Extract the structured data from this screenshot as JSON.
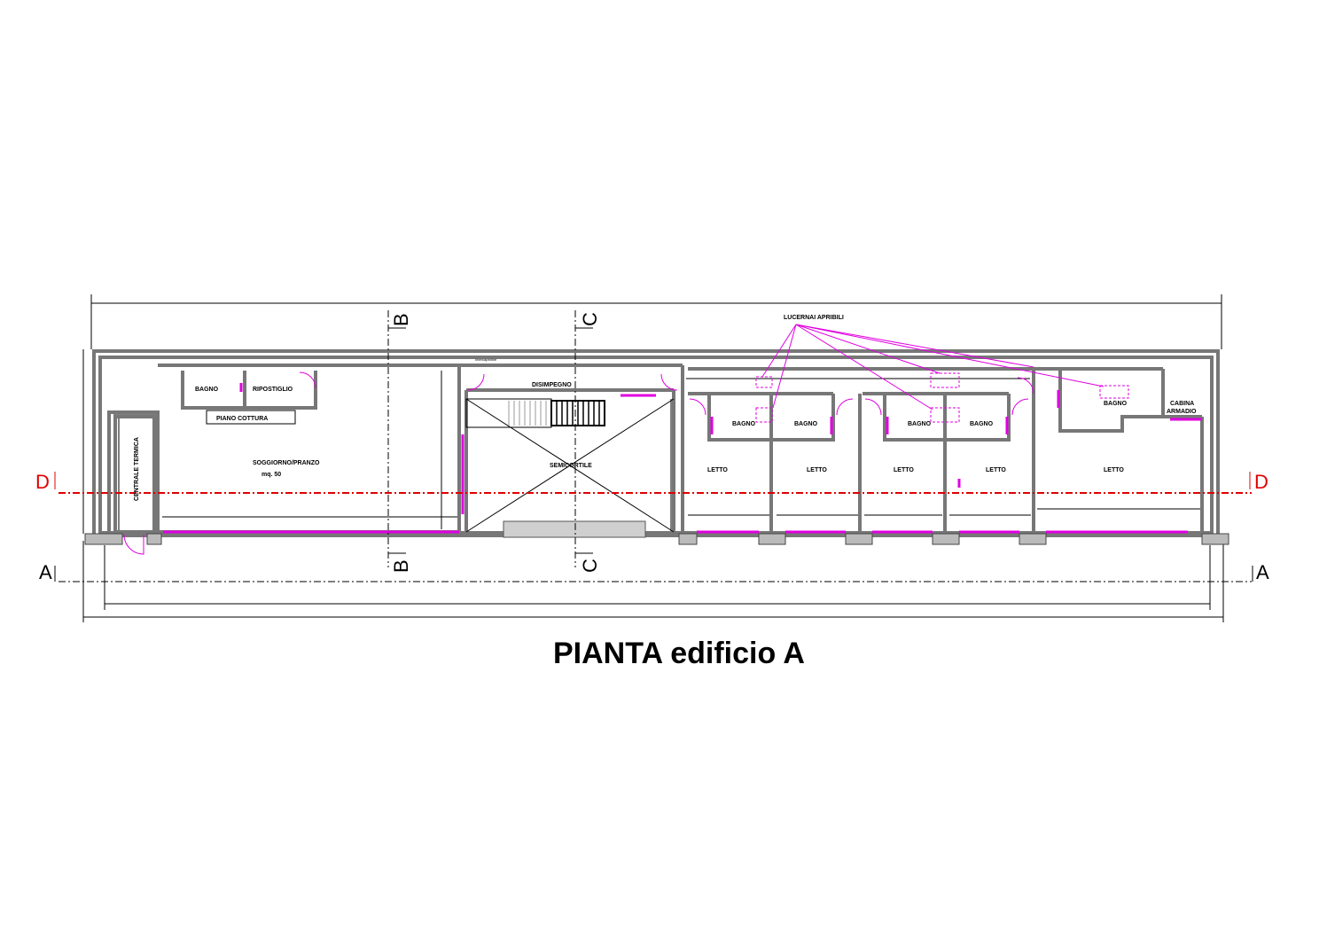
{
  "title": "PIANTA edificio A",
  "sections": {
    "a": "A",
    "b": "B",
    "c": "C",
    "d": "D"
  },
  "rooms": {
    "bagno_1": "BAGNO",
    "ripostiglio": "RIPOSTIGLIO",
    "piano_cottura": "PIANO COTTURA",
    "soggiorno": "SOGGIORNO/PRANZO",
    "soggiorno_area": "mq. 50",
    "centrale_termica": "CENTRALE TERMICA",
    "disimpegno": "DISIMPEGNO",
    "semicortile": "SEMICORTILE",
    "intercapedine": "Intercapedine",
    "lucernai": "LUCERNAI APRIBILI",
    "bagno_2": "BAGNO",
    "bagno_3": "BAGNO",
    "bagno_4": "BAGNO",
    "bagno_5": "BAGNO",
    "bagno_6": "BAGNO",
    "cabina": "CABINA",
    "armadio": "ARMADIO",
    "letto_1": "LETTO",
    "letto_2": "LETTO",
    "letto_3": "LETTO",
    "letto_4": "LETTO",
    "letto_5": "LETTO"
  },
  "colors": {
    "walls": "#777777",
    "windows": "#e000e0",
    "section_d": "#e00000",
    "lines": "#000000"
  }
}
